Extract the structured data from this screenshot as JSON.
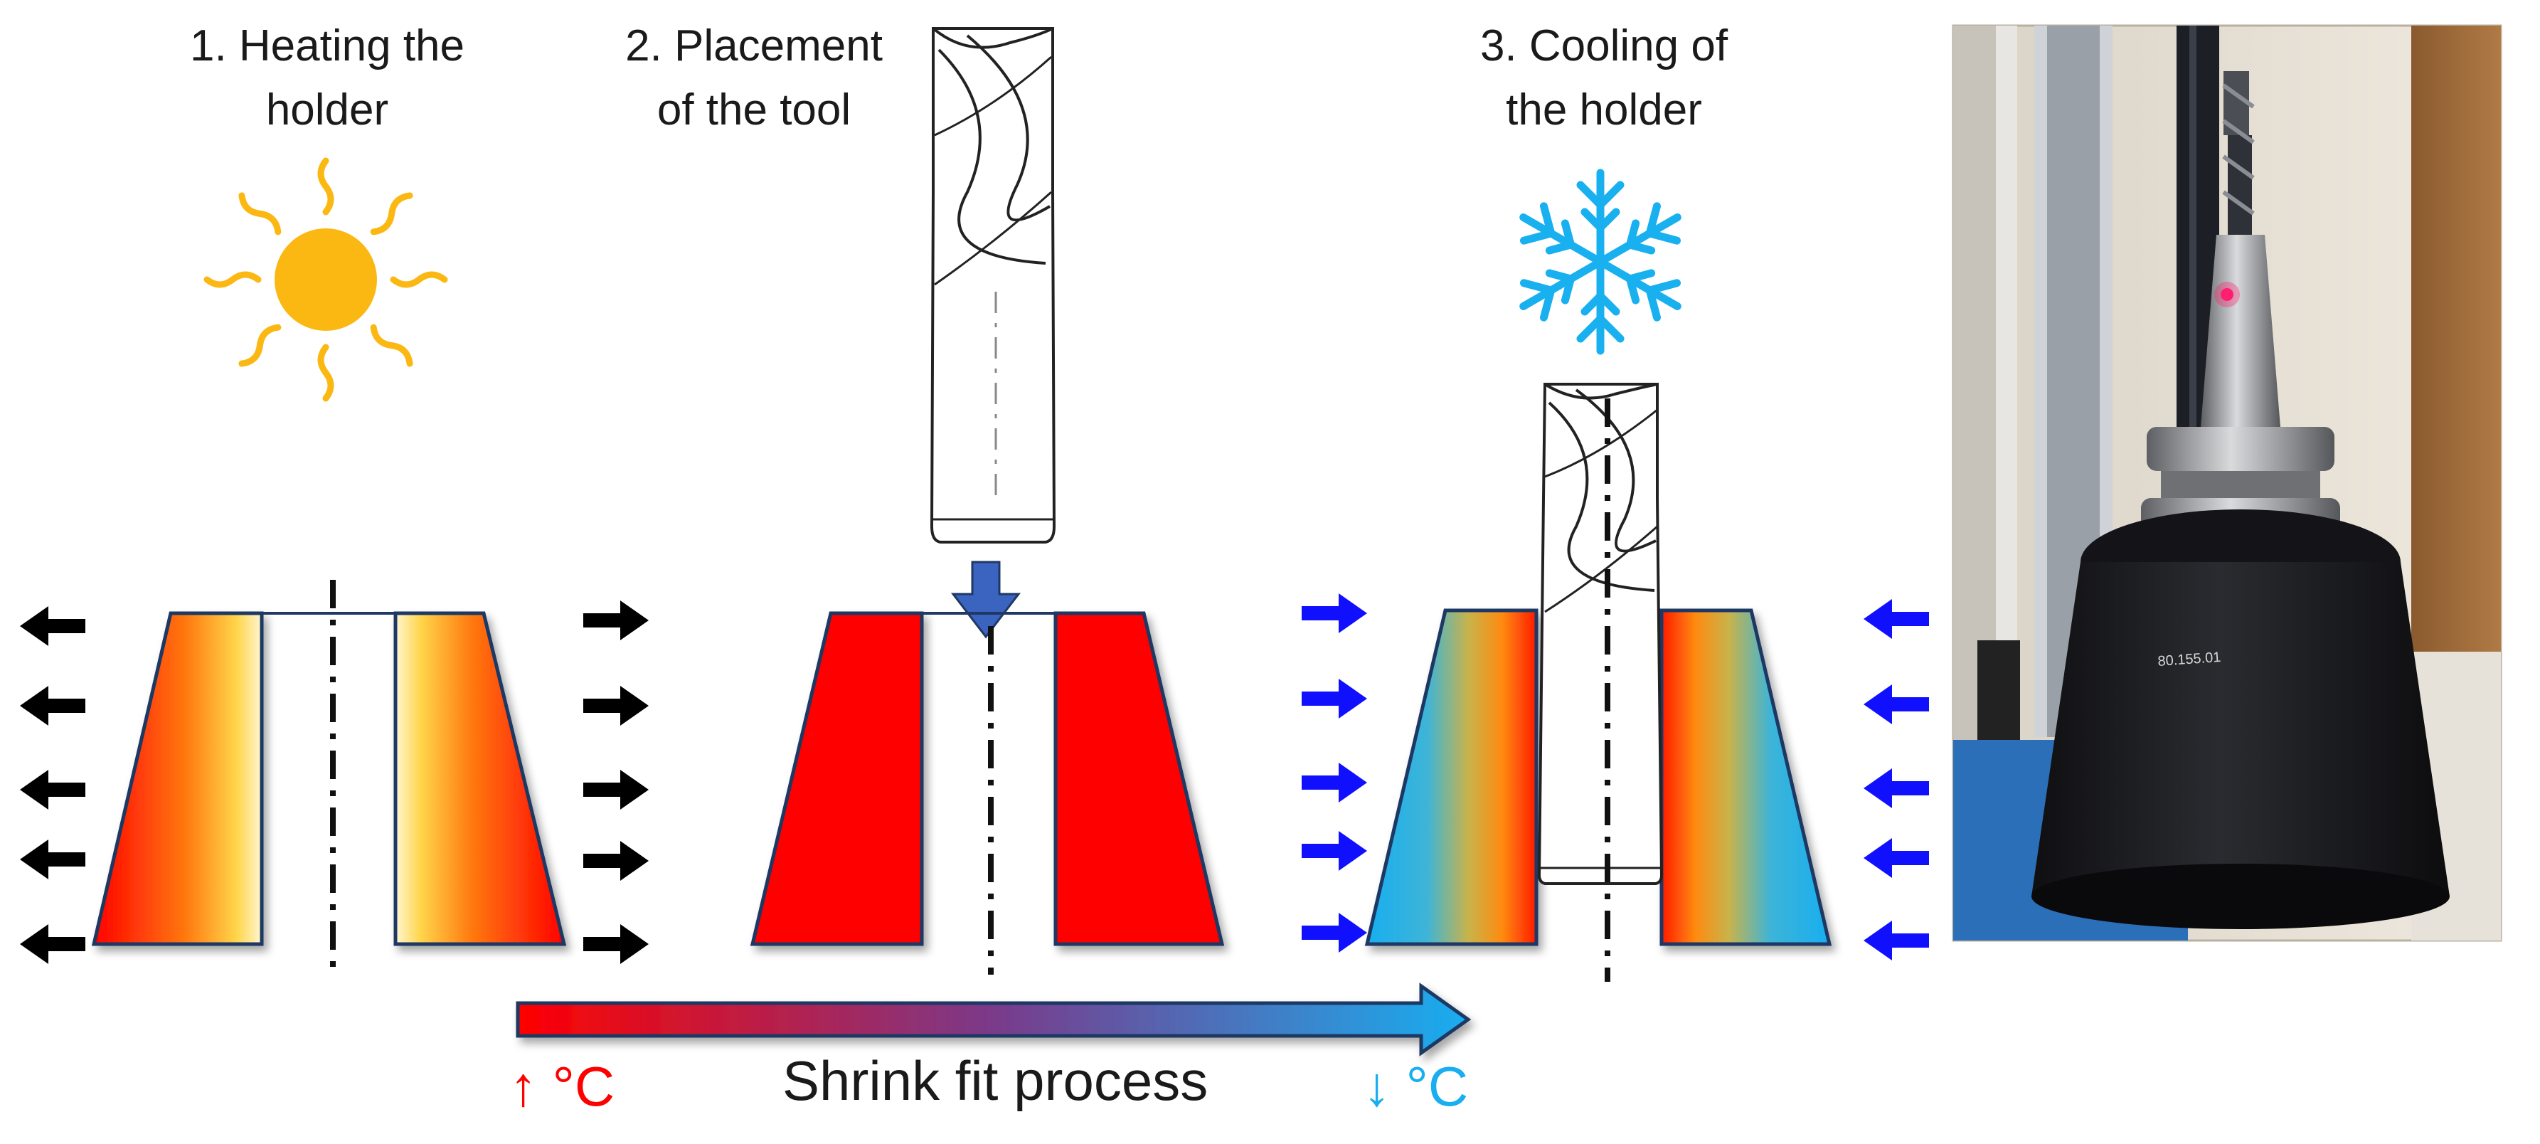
{
  "steps": [
    {
      "title": "1. Heating the\nholder",
      "icon": "sun-icon"
    },
    {
      "title": "2. Placement\nof the tool",
      "icon": "end-mill-tool-icon"
    },
    {
      "title": "3. Cooling of\nthe holder",
      "icon": "snowflake-icon"
    }
  ],
  "process": {
    "label": "Shrink fit process",
    "hot_label": "↑ °C",
    "cold_label": "↓ °C"
  },
  "photo": {
    "engraving": "80.155.01"
  },
  "colors": {
    "hot": "#ff0000",
    "warm": "#ffd54a",
    "cold": "#18aef0",
    "outline": "#1f3864",
    "push_arrow": "#000000",
    "cool_arrow": "#1010ff",
    "insert_arrow": "#3a64c0",
    "sun": "#fbb812",
    "snowflake": "#19b0f0"
  }
}
